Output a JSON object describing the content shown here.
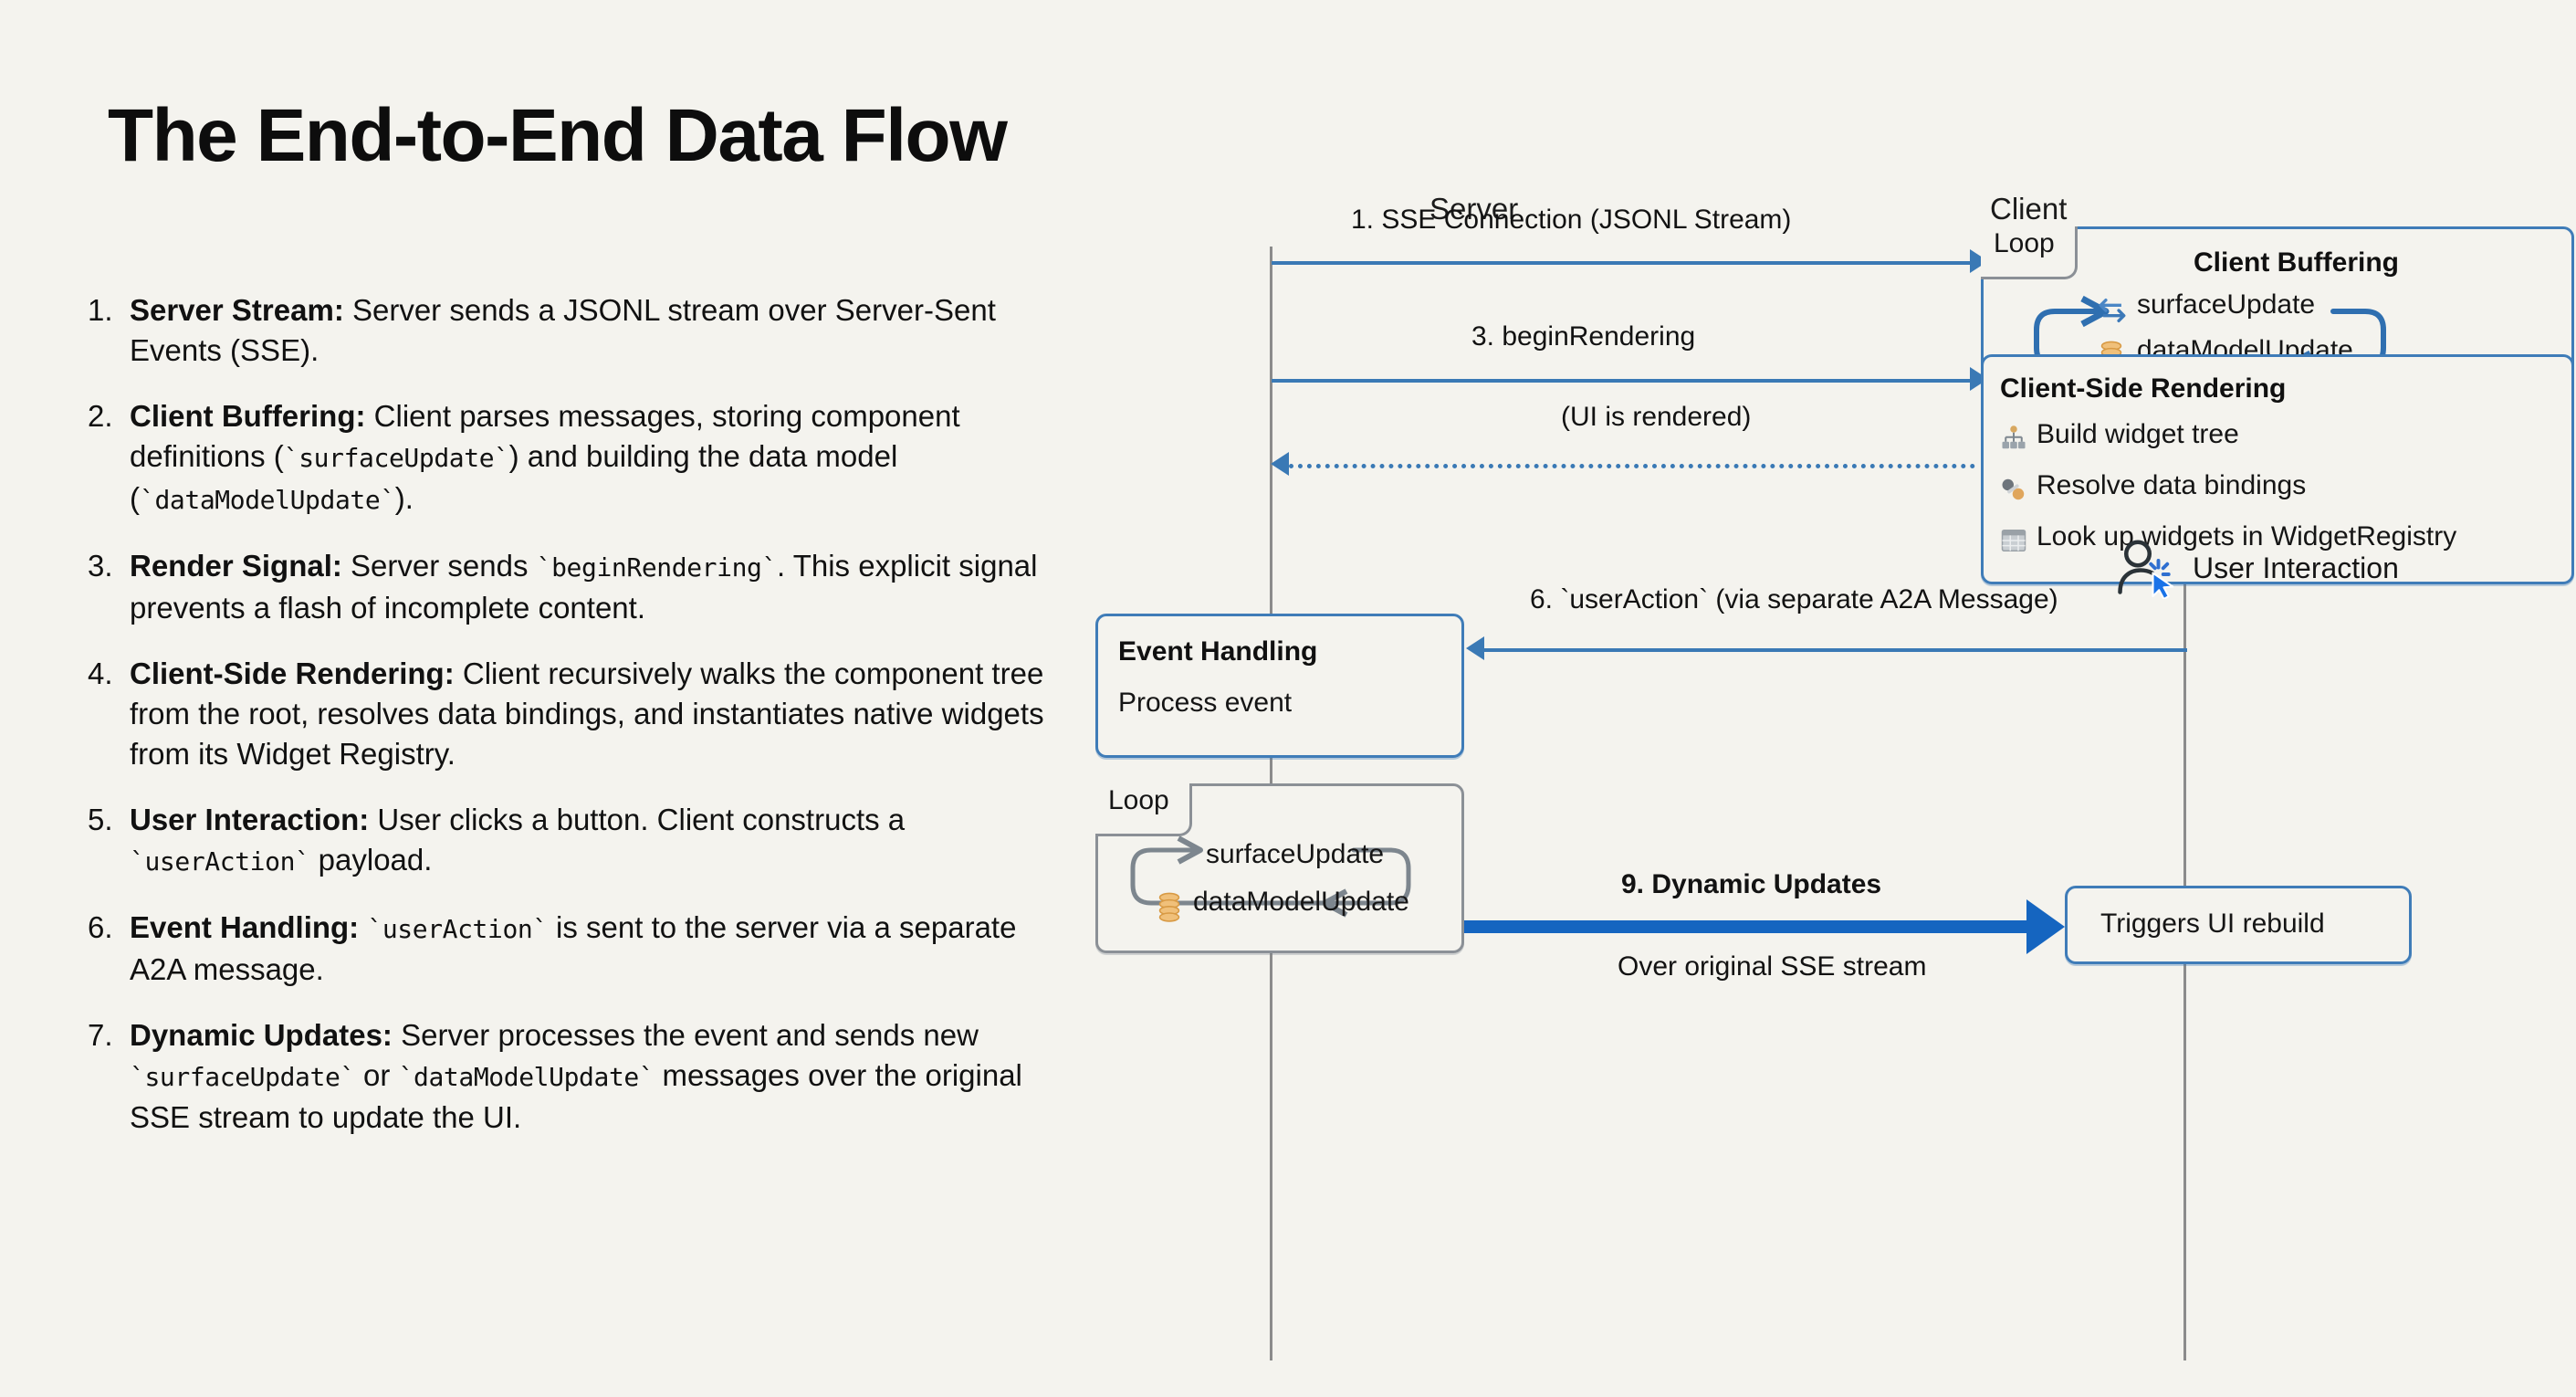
{
  "title": "The End-to-End Data Flow",
  "steps": [
    {
      "num": "1.",
      "term": "Server Stream:",
      "text": " Server sends a JSONL stream over Server-Sent Events (SSE)."
    },
    {
      "num": "2.",
      "term": "Client Buffering:",
      "text": " Client parses messages, storing component definitions (`surfaceUpdate`) and building the data model (`dataModelUpdate`)."
    },
    {
      "num": "3.",
      "term": "Render Signal:",
      "text": " Server sends `beginRendering`. This explicit signal prevents a flash of incomplete content."
    },
    {
      "num": "4.",
      "term": "Client-Side Rendering:",
      "text": " Client recursively walks the component tree from the root, resolves data bindings, and instantiates native widgets from its Widget Registry."
    },
    {
      "num": "5.",
      "term": "User Interaction:",
      "text": " User clicks a button. Client constructs a `userAction` payload."
    },
    {
      "num": "6.",
      "term": "Event Handling:",
      "text": " `userAction` is sent to the server via a separate A2A message."
    },
    {
      "num": "7.",
      "term": "Dynamic Updates:",
      "text": " Server processes the event and sends new `surfaceUpdate` or `dataModelUpdate` messages over the original SSE stream to update the UI."
    }
  ],
  "diagram": {
    "lifelines": {
      "server": "Server",
      "client": "Client"
    },
    "messages": {
      "sse_connection": "1. SSE Connection (JSONL Stream)",
      "begin_rendering": "3. beginRendering",
      "ui_rendered": "(UI is rendered)",
      "user_action": "6. `userAction` (via separate A2A Message)",
      "dynamic_updates": "9. Dynamic Updates",
      "dynamic_updates_sub": "Over original SSE stream"
    },
    "client_buffering": {
      "loop_label": "Loop",
      "title": "Client Buffering",
      "items": [
        {
          "icon": "exchange-arrows-icon",
          "label": "surfaceUpdate"
        },
        {
          "icon": "database-stack-icon",
          "label": "dataModelUpdate"
        }
      ]
    },
    "client_rendering": {
      "title": "Client-Side Rendering",
      "items": [
        {
          "icon": "org-chart-icon",
          "label": "Build widget tree"
        },
        {
          "icon": "link-chain-icon",
          "label": "Resolve data bindings"
        },
        {
          "icon": "table-grid-icon",
          "label": "Look up widgets in WidgetRegistry"
        }
      ]
    },
    "user_interaction": {
      "icon": "user-click-icon",
      "label": "User Interaction"
    },
    "event_handling": {
      "title": "Event Handling",
      "subtitle": "Process event"
    },
    "server_loop": {
      "loop_label": "Loop",
      "items": [
        {
          "icon": "none",
          "label": "surfaceUpdate"
        },
        {
          "icon": "database-stack-icon",
          "label": "dataModelUpdate"
        }
      ]
    },
    "triggers_box": {
      "label": "Triggers UI rebuild"
    }
  },
  "colors": {
    "background": "#f4f3ee",
    "accent_blue": "#3a79b5",
    "strong_blue": "#1565c0",
    "lifeline_gray": "#8b8b8b",
    "loop_gray": "#8b9096",
    "amber": "#e8a33d"
  }
}
